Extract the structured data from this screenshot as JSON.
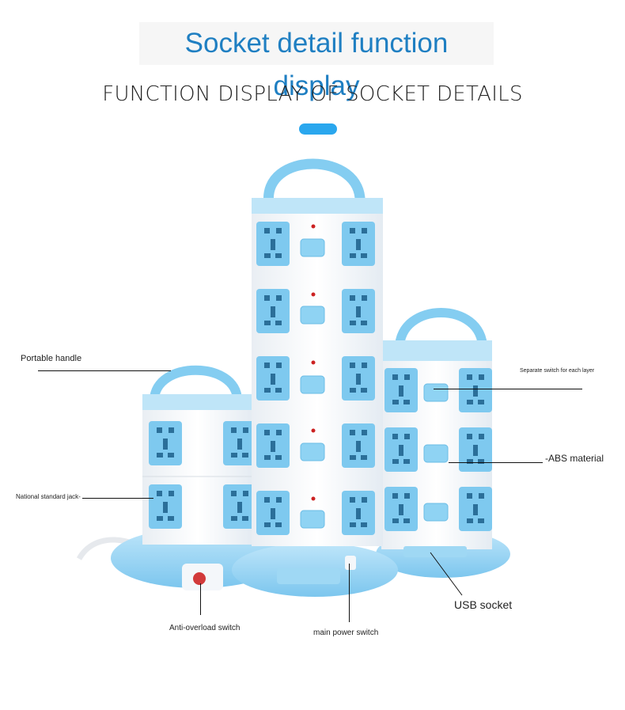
{
  "title": "Socket detail function display",
  "subtitle": "FUNCTION DISPLAY OF SOCKET DETAILS",
  "colors": {
    "accent": "#2aa7ee",
    "title_text": "#1f7fc2",
    "socket_blue": "#7ec9ef",
    "body_white": "#f9fbfd"
  },
  "callouts": {
    "portable_handle": "Portable handle",
    "national_jack": "National standard jack-",
    "separate_switch": "Separate switch for each layer",
    "abs_material": "-ABS material",
    "usb_socket": "USB socket",
    "anti_overload": "Anti-overload switch",
    "main_power": "main power switch"
  }
}
